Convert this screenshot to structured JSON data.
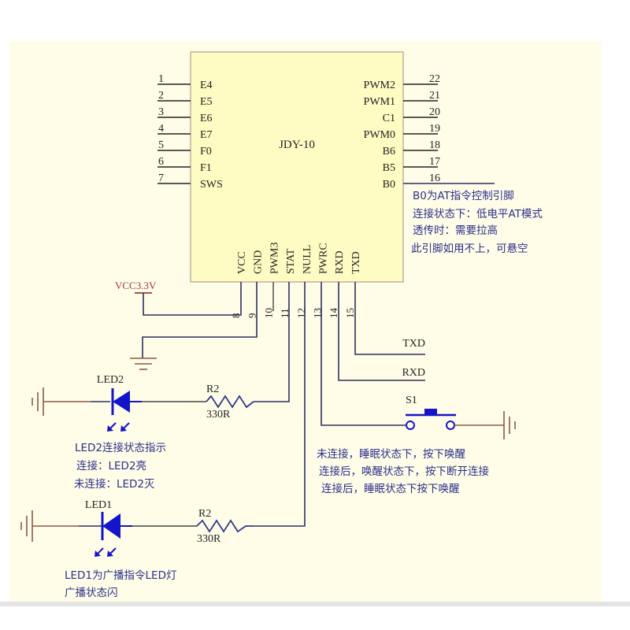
{
  "chip": {
    "name": "JDY-10",
    "left_pins": [
      {
        "num": "1",
        "name": "E4"
      },
      {
        "num": "2",
        "name": "E5"
      },
      {
        "num": "3",
        "name": "E6"
      },
      {
        "num": "4",
        "name": "E7"
      },
      {
        "num": "5",
        "name": "F0"
      },
      {
        "num": "6",
        "name": "F1"
      },
      {
        "num": "7",
        "name": "SWS"
      }
    ],
    "right_pins": [
      {
        "num": "22",
        "name": "PWM2"
      },
      {
        "num": "21",
        "name": "PWM1"
      },
      {
        "num": "20",
        "name": "C1"
      },
      {
        "num": "19",
        "name": "PWM0"
      },
      {
        "num": "18",
        "name": "B6"
      },
      {
        "num": "17",
        "name": "B5"
      },
      {
        "num": "16",
        "name": "B0"
      }
    ],
    "bottom_pins": [
      {
        "num": "8",
        "name": "VCC"
      },
      {
        "num": "9",
        "name": "GND"
      },
      {
        "num": "10",
        "name": "PWM3"
      },
      {
        "num": "11",
        "name": "STAT"
      },
      {
        "num": "12",
        "name": "NULL"
      },
      {
        "num": "13",
        "name": "PWRC"
      },
      {
        "num": "14",
        "name": "RXD"
      },
      {
        "num": "15",
        "name": "TXD"
      }
    ]
  },
  "notes": {
    "b0": [
      "B0为AT指令控制引脚",
      "连接状态下：低电平AT模式",
      "透传时：需要拉高",
      "此引脚如用不上，可悬空"
    ],
    "led2": [
      "LED2连接状态指示",
      "连接：LED2亮",
      "未连接：LED2灭"
    ],
    "s1": [
      "未连接，睡眠状态下，按下唤醒",
      "连接后，唤醒状态下，按下断开连接",
      "连接后，睡眠状态下按下唤醒"
    ],
    "led1": [
      "LED1为广播指令LED灯",
      "广播状态闪"
    ]
  },
  "power": {
    "vcc_label": "VCC3.3V"
  },
  "nets": {
    "txd": "TXD",
    "rxd": "RXD"
  },
  "components": {
    "led2": {
      "ref": "LED2"
    },
    "led1": {
      "ref": "LED1"
    },
    "r_led2": {
      "ref": "R2",
      "value": "330R"
    },
    "r_led1": {
      "ref": "R2",
      "value": "330R"
    },
    "switch": {
      "ref": "S1"
    }
  },
  "colors": {
    "sheet": "#fffde8",
    "chip_fill": "#fefcc2",
    "note_text": "#2b2f8a",
    "led": "#1414c8",
    "ground": "#8a5a44",
    "power": "#9a3a3a"
  }
}
